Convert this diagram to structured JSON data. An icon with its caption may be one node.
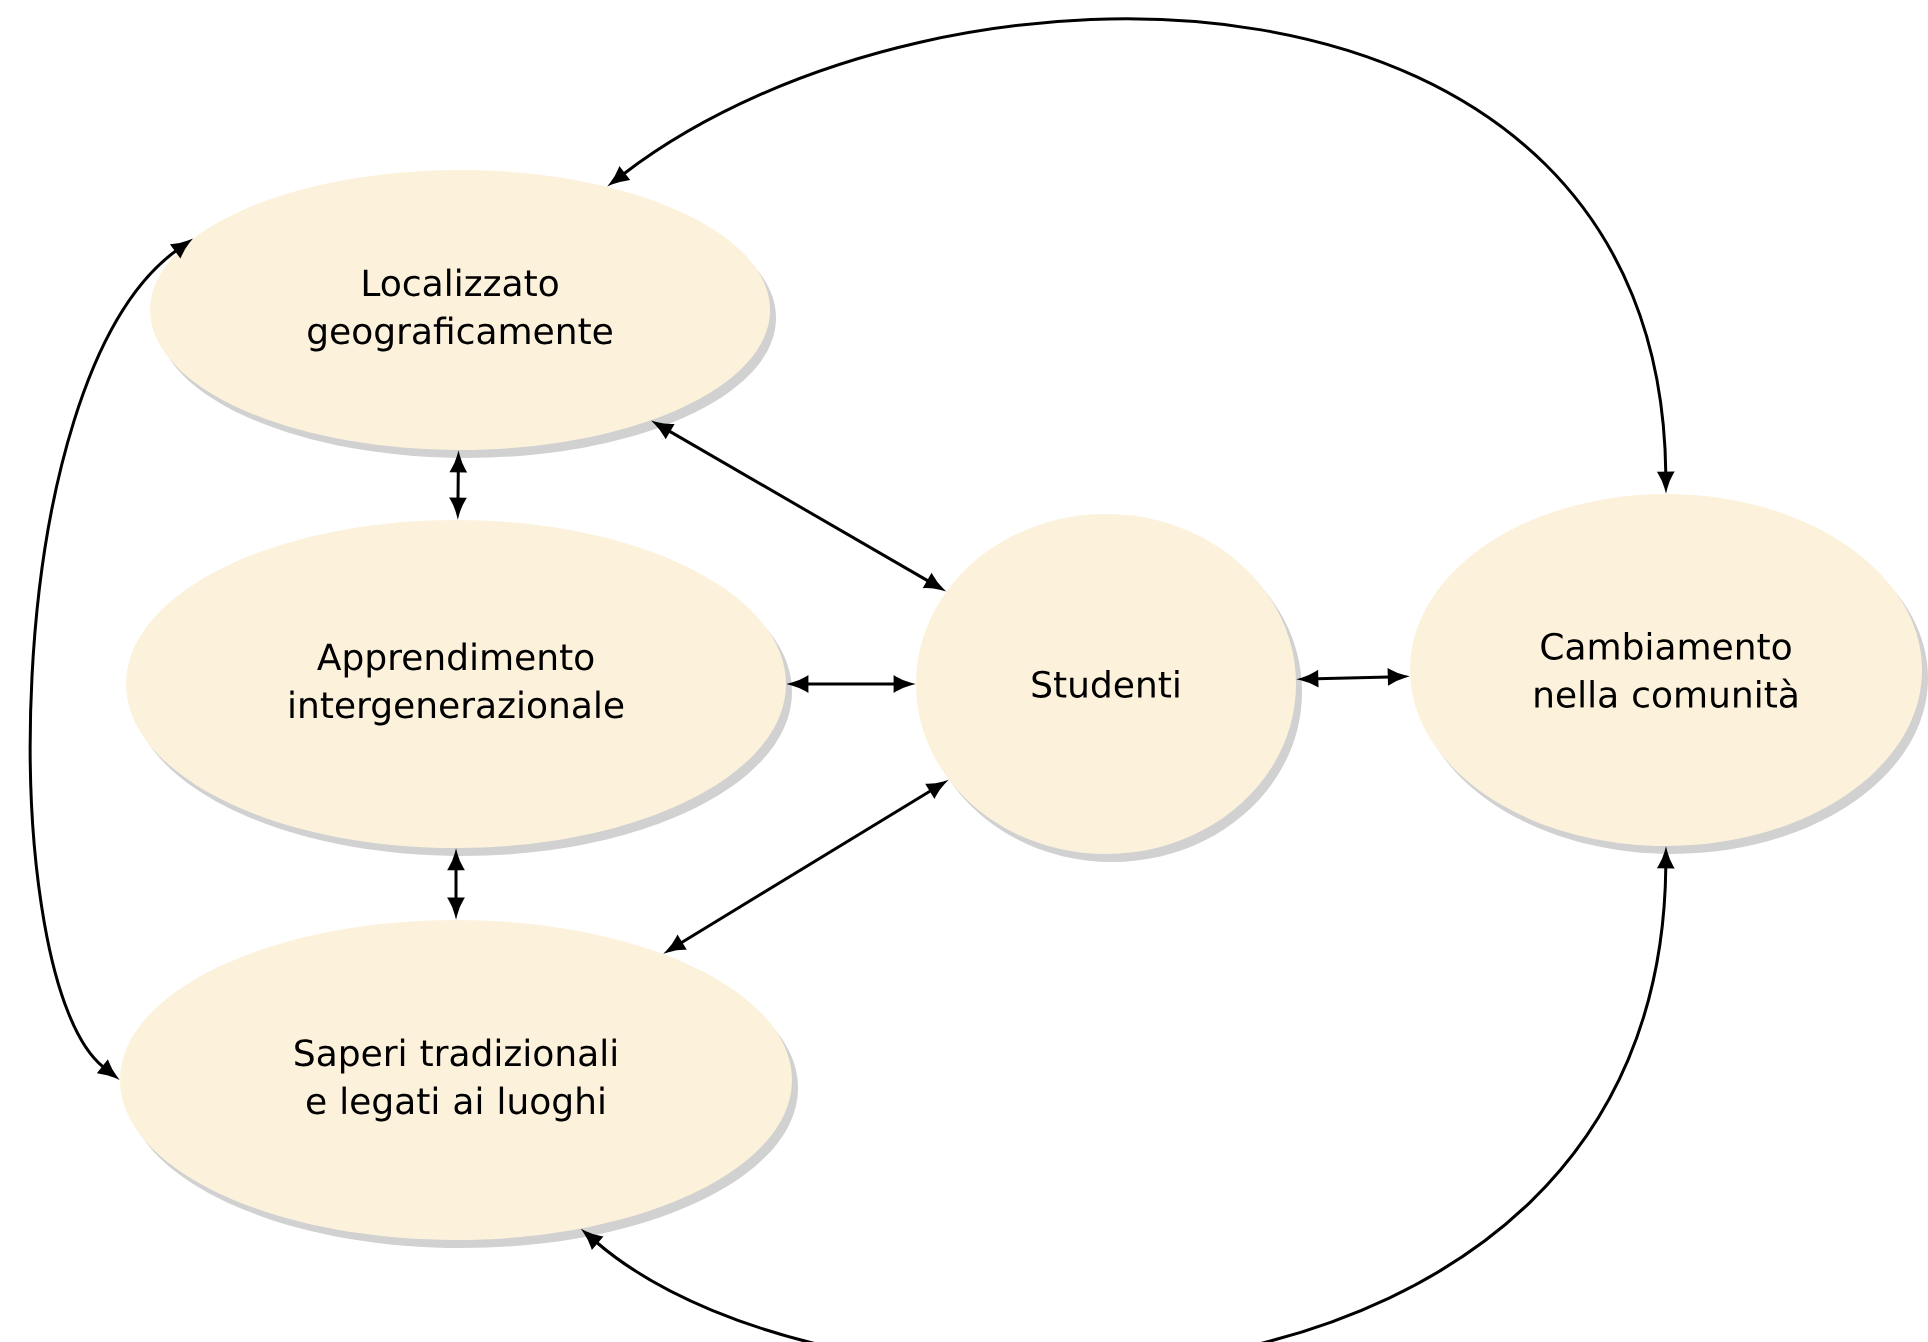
{
  "diagram": {
    "nodes": [
      {
        "text": [
          "Localizzato geograficamente"
        ]
      },
      {
        "text": [
          "Apprendimento intergenerazionale"
        ]
      },
      {
        "text": [
          "Saperi tradizionali e legati ai luoghi"
        ]
      },
      {
        "text": [
          "Studenti"
        ]
      },
      {
        "text": [
          "Cambiamento nella comunità"
        ]
      }
    ],
    "edges": [
      {
        "from": 0,
        "to": 4,
        "arrow": "both"
      },
      {
        "from": 0,
        "to": 2,
        "arrow": "both"
      },
      {
        "from": 0,
        "to": 3,
        "arrow": "both"
      },
      {
        "from": 0,
        "to": 1,
        "arrow": "both"
      },
      {
        "from": 1,
        "to": 3,
        "arrow": "both"
      },
      {
        "from": 3,
        "to": 4,
        "arrow": "both"
      },
      {
        "from": 1,
        "to": 2,
        "arrow": "both"
      },
      {
        "from": 3,
        "to": 2,
        "arrow": "both"
      },
      {
        "from": 2,
        "to": 4,
        "arrow": "both"
      }
    ]
  }
}
